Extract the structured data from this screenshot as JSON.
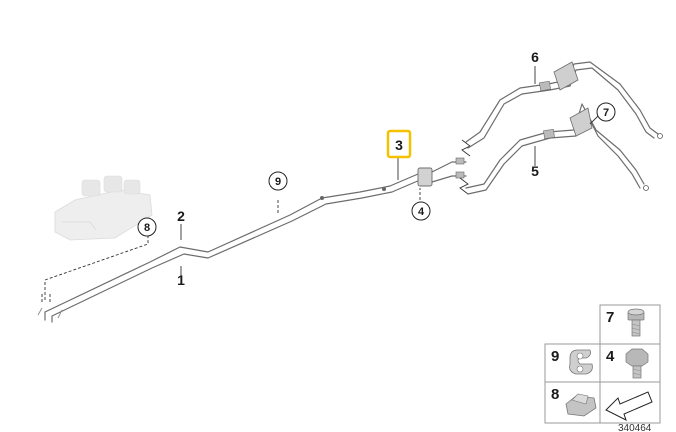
{
  "callouts": {
    "c1": "1",
    "c2": "2",
    "c3": "3",
    "c4": "4",
    "c5": "5",
    "c6": "6",
    "c7": "7",
    "c8": "8",
    "c9": "9"
  },
  "legend": {
    "l7": "7",
    "l4": "4",
    "l9": "9",
    "l8": "8"
  },
  "catalog_number": "340464",
  "colors": {
    "highlight": "#f2c200",
    "pipe": "#6d6d6d",
    "part_fill": "#c9c9c9"
  }
}
